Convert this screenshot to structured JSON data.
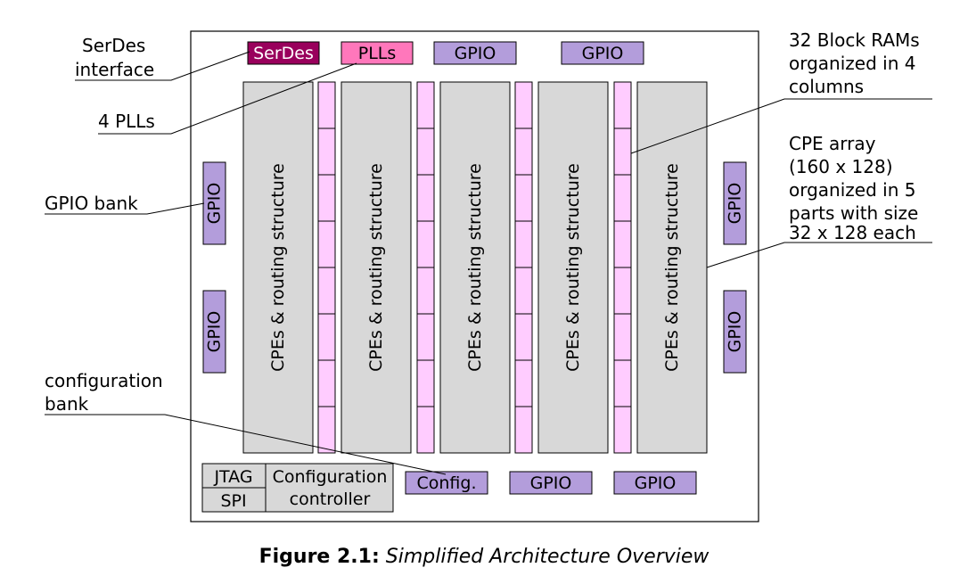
{
  "labels": {
    "serdes_interface": [
      "SerDes",
      "interface"
    ],
    "plls": [
      "4 PLLs"
    ],
    "gpio_bank": [
      "GPIO bank"
    ],
    "config_bank": [
      "configuration",
      "bank"
    ],
    "block_rams": [
      "32 Block RAMs",
      "organized in 4",
      "columns"
    ],
    "cpe_array": [
      "CPE array",
      "(160 x 128)",
      "organized in 5",
      "parts with size",
      "32 x 128 each"
    ]
  },
  "blocks": {
    "serdes": "SerDes",
    "plls": "PLLs",
    "gpio": "GPIO",
    "config": "Config.",
    "jtag": "JTAG",
    "spi": "SPI",
    "config_controller": [
      "Configuration",
      "controller"
    ],
    "cpe_column": "CPEs & routing structure"
  },
  "colors": {
    "gpio": "#b39ddb",
    "serdes": "#99005c",
    "plls": "#ff77bb",
    "block_ram": "#ffccff",
    "cpe": "#d8d8d8",
    "controller": "#d8d8d8"
  },
  "caption": {
    "number": "Figure 2.1:",
    "title": "Simplified Architecture Overview"
  }
}
